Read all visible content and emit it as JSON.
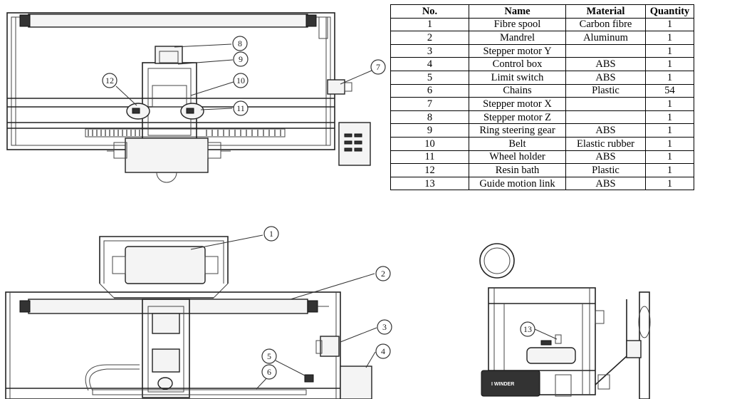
{
  "table": {
    "headers": [
      "No.",
      "Name",
      "Material",
      "Quantity"
    ],
    "rows": [
      [
        "1",
        "Fibre spool",
        "Carbon fibre",
        "1"
      ],
      [
        "2",
        "Mandrel",
        "Aluminum",
        "1"
      ],
      [
        "3",
        "Stepper motor Y",
        "",
        "1"
      ],
      [
        "4",
        "Control box",
        "ABS",
        "1"
      ],
      [
        "5",
        "Limit switch",
        "ABS",
        "1"
      ],
      [
        "6",
        "Chains",
        "Plastic",
        "54"
      ],
      [
        "7",
        "Stepper motor X",
        "",
        "1"
      ],
      [
        "8",
        "Stepper motor Z",
        "",
        "1"
      ],
      [
        "9",
        "Ring steering gear",
        "ABS",
        "1"
      ],
      [
        "10",
        "Belt",
        "Elastic rubber",
        "1"
      ],
      [
        "11",
        "Wheel holder",
        "ABS",
        "1"
      ],
      [
        "12",
        "Resin bath",
        "Plastic",
        "1"
      ],
      [
        "13",
        "Guide motion link",
        "ABS",
        "1"
      ]
    ]
  },
  "callouts": [
    "1",
    "2",
    "3",
    "4",
    "5",
    "6",
    "7",
    "8",
    "9",
    "10",
    "11",
    "12",
    "13"
  ],
  "control_box_label": "I WINDER"
}
